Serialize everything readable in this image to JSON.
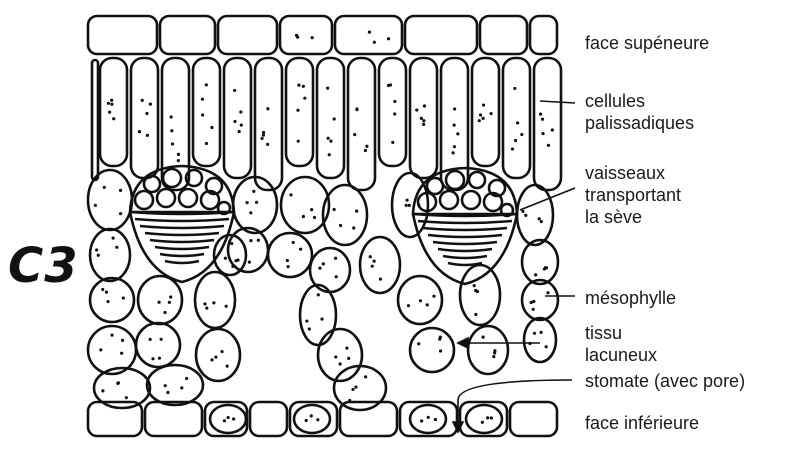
{
  "side_label": "C3",
  "labels": {
    "upper_face": "face supéneure",
    "palisade_1": "cellules",
    "palisade_2": "palissadiques",
    "vessels_1": "vaisseaux",
    "vessels_2": "transportant",
    "vessels_3": "la sève",
    "mesophyll": "mésophylle",
    "lacunar_1": "tissu",
    "lacunar_2": "lacuneux",
    "stomate": "stomate (avec pore)",
    "lower_face": "face inférieure"
  }
}
